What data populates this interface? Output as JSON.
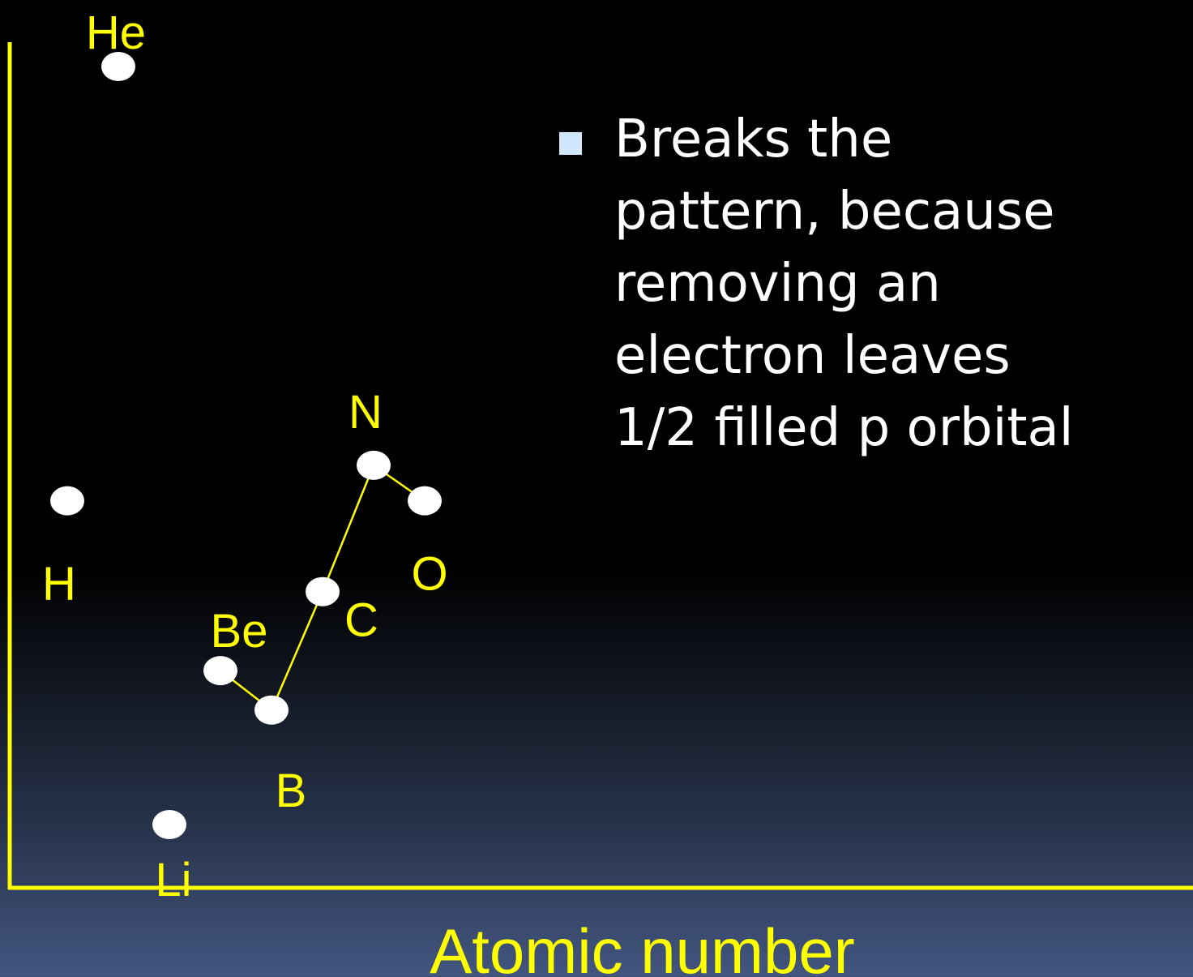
{
  "chart_data": {
    "type": "scatter",
    "xlabel": "Atomic number",
    "ylabel": "",
    "points": [
      {
        "label": "H",
        "x": 1,
        "y": 13.6
      },
      {
        "label": "He",
        "x": 2,
        "y": 24.6
      },
      {
        "label": "Li",
        "x": 3,
        "y": 5.4
      },
      {
        "label": "Be",
        "x": 4,
        "y": 9.3
      },
      {
        "label": "B",
        "x": 5,
        "y": 8.3
      },
      {
        "label": "C",
        "x": 6,
        "y": 11.3
      },
      {
        "label": "N",
        "x": 7,
        "y": 14.5
      },
      {
        "label": "O",
        "x": 8,
        "y": 13.6
      }
    ],
    "connected": [
      "Be",
      "B",
      "C",
      "N",
      "O"
    ],
    "colors": {
      "axis": "#ffff00",
      "point": "#ffffff",
      "label": "#ffff00",
      "line": "#ffff00"
    }
  },
  "bullet": {
    "lines": [
      "Breaks the",
      "pattern, because",
      "removing an",
      "electron leaves",
      "1/2 filled p orbital"
    ]
  }
}
